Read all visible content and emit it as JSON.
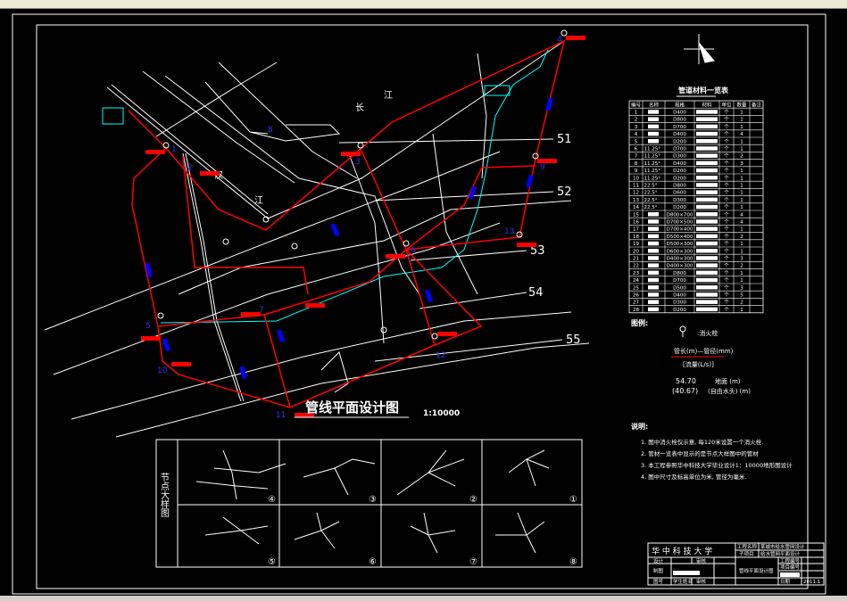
{
  "drawing": {
    "title": "管线平面设计图",
    "scale": "1:10000",
    "river_labels": [
      "长",
      "江",
      "汉",
      "江"
    ],
    "section_labels": [
      "51",
      "52",
      "53",
      "54",
      "55"
    ],
    "node_numbers": [
      "1",
      "2",
      "3",
      "4",
      "5",
      "6",
      "7",
      "8",
      "9",
      "10",
      "11",
      "12",
      "13"
    ],
    "elevation_sample": {
      "ground": "54.70",
      "head": "(40.67)"
    },
    "colors": {
      "pipe": "#ff0000",
      "road": "#ffffff",
      "river": "#00ffff",
      "valve": "#0000ff",
      "label": "#ff0000",
      "number": "#2020ff"
    }
  },
  "table": {
    "title": "管道材料一览表",
    "headers": [
      "编号",
      "名称",
      "规格",
      "材料",
      "单位",
      "数量",
      "备注"
    ],
    "rows": [
      [
        "1",
        "",
        "D400",
        "",
        "个",
        "1",
        ""
      ],
      [
        "2",
        "",
        "D800",
        "",
        "个",
        "1",
        ""
      ],
      [
        "3",
        "",
        "D700",
        "",
        "个",
        "1",
        ""
      ],
      [
        "4",
        "",
        "D400",
        "",
        "个",
        "4",
        ""
      ],
      [
        "5",
        "",
        "D200",
        "",
        "个",
        "1",
        ""
      ],
      [
        "6",
        "11.25°",
        "D700",
        "",
        "个",
        "1",
        ""
      ],
      [
        "7",
        "11.25°",
        "D300",
        "",
        "个",
        "2",
        ""
      ],
      [
        "8",
        "11.25°",
        "D400",
        "",
        "个",
        "3",
        ""
      ],
      [
        "9",
        "11.25°",
        "D200",
        "",
        "个",
        "1",
        ""
      ],
      [
        "10",
        "11.25°",
        "D200",
        "",
        "个",
        "1",
        ""
      ],
      [
        "11",
        "22.5°",
        "D800",
        "",
        "个",
        "1",
        ""
      ],
      [
        "12",
        "22.5°",
        "D600",
        "",
        "个",
        "1",
        ""
      ],
      [
        "13",
        "22.5°",
        "D300",
        "",
        "个",
        "1",
        ""
      ],
      [
        "14",
        "22.5°",
        "D200",
        "",
        "个",
        "1",
        ""
      ],
      [
        "15",
        "",
        "D800×700",
        "",
        "个",
        "4",
        ""
      ],
      [
        "16",
        "",
        "D700×500",
        "",
        "个",
        "4",
        ""
      ],
      [
        "17",
        "",
        "D700×400",
        "",
        "个",
        "1",
        ""
      ],
      [
        "18",
        "",
        "D500×400",
        "",
        "个",
        "2",
        ""
      ],
      [
        "19",
        "",
        "D500×300",
        "",
        "个",
        "1",
        ""
      ],
      [
        "20",
        "",
        "D600×300",
        "",
        "个",
        "1",
        ""
      ],
      [
        "21",
        "",
        "D400×300",
        "",
        "个",
        "3",
        ""
      ],
      [
        "22",
        "",
        "D400×300",
        "",
        "个",
        "2",
        ""
      ],
      [
        "23",
        "",
        "D800",
        "",
        "个",
        "1",
        ""
      ],
      [
        "24",
        "",
        "D700",
        "",
        "个",
        "1",
        ""
      ],
      [
        "25",
        "",
        "D500",
        "",
        "个",
        "3",
        ""
      ],
      [
        "26",
        "",
        "D400",
        "",
        "个",
        "5",
        ""
      ],
      [
        "27",
        "",
        "D300",
        "",
        "个",
        "2",
        ""
      ],
      [
        "28",
        "",
        "D200",
        "",
        "个",
        "1",
        ""
      ]
    ]
  },
  "legend": {
    "title": "图例:",
    "hydrant": ":消火栓",
    "pipe_label": "管长(m)—管径(mm)",
    "flow_label": "[流量(L/s)]",
    "ground_value": "54.70",
    "ground_label": "地面 (m)",
    "head_value": "(40.67)",
    "head_label": "(自由水头) (m)"
  },
  "notes": {
    "title": "说明:",
    "items": [
      "1. 图中消火栓仅示意, 每120米设置一个消火栓.",
      "2. 管材一览表中显示的是节点大样图中的管材",
      "3. 本工程参照华中科技大学毕业设计1：10000地形图设计",
      "4. 图中尺寸及标高单位为米, 管径为毫米."
    ]
  },
  "details": {
    "title": "节点大样图",
    "panels": [
      "④",
      "③",
      "②",
      "①",
      "⑤",
      "⑥",
      "⑦",
      "⑧"
    ]
  },
  "title_block": {
    "school": "华 中 科 技 大 学",
    "project_label": "工程名称",
    "project": "某城市给水管网设计",
    "sub_label": "子项目",
    "sub": "给水管网平面设计",
    "design": "设计",
    "check": "审核",
    "draw": "制图",
    "drawing_name": "管线平面设计图",
    "project_no": "工程编号",
    "item_no": "项目编号",
    "num_label": "图号",
    "student": "学生姓名",
    "date_label": "日期",
    "date": "2011.1"
  }
}
